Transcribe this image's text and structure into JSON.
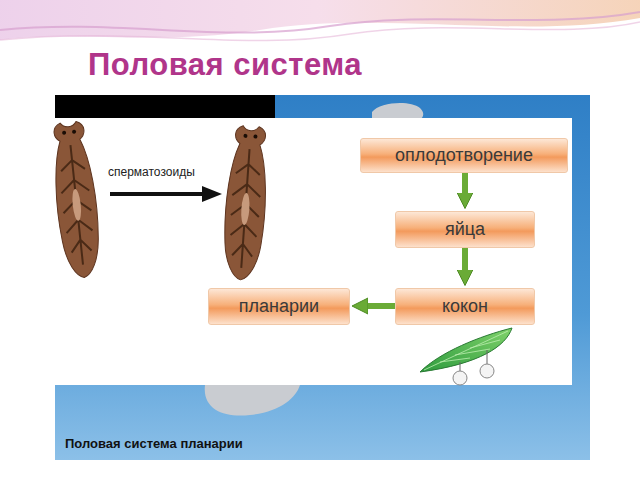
{
  "diagram": {
    "title": "Половая система",
    "caption": "Половая система планарии",
    "nodes": [
      {
        "text": [
          "оплодотворение"
        ]
      },
      {
        "text": [
          "яйца"
        ]
      },
      {
        "text": [
          "кокон"
        ]
      },
      {
        "text": [
          "планарии"
        ]
      }
    ],
    "edges": [
      {
        "from": 0,
        "to": 1,
        "arrow": "to"
      },
      {
        "from": 1,
        "to": 2,
        "arrow": "to"
      },
      {
        "from": 2,
        "to": 3,
        "arrow": "to"
      }
    ],
    "labels": [
      "сперматозоиды"
    ]
  }
}
